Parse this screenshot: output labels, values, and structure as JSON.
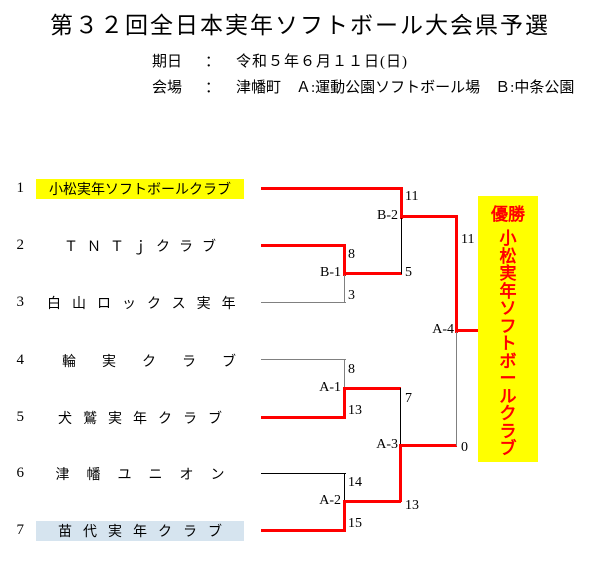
{
  "header": {
    "title": "第３２回全日本実年ソフトボール大会県予選",
    "date_label": "期日",
    "colon": "：",
    "date_value": "令和５年６月１１日(日)",
    "venue_label": "会場",
    "venue_value": "津幡町　Ａ:運動公園ソフトボール場　Ｂ:中条公園"
  },
  "teams": [
    {
      "seed": "1",
      "name": "小松実年ソフトボールクラブ",
      "highlight": "yellow"
    },
    {
      "seed": "2",
      "name": "ＴＮＴｊクラブ",
      "highlight": "none"
    },
    {
      "seed": "3",
      "name": "白山ロックス実年",
      "highlight": "none"
    },
    {
      "seed": "4",
      "name": "輪実クラブ",
      "highlight": "none"
    },
    {
      "seed": "5",
      "name": "犬鷲実年クラブ",
      "highlight": "none"
    },
    {
      "seed": "6",
      "name": "津幡ユニオン",
      "highlight": "none"
    },
    {
      "seed": "7",
      "name": "苗代実年クラブ",
      "highlight": "blue"
    }
  ],
  "matches": {
    "b1": {
      "label": "B-1",
      "top_score": "8",
      "bottom_score": "3"
    },
    "b2": {
      "label": "B-2",
      "top_score": "11",
      "bottom_score": "5"
    },
    "a1": {
      "label": "A-1",
      "top_score": "8",
      "bottom_score": "13"
    },
    "a2": {
      "label": "A-2",
      "top_score": "14",
      "bottom_score": "15"
    },
    "a3": {
      "label": "A-3",
      "top_score": "7",
      "bottom_score": "13"
    },
    "a4": {
      "label": "A-4",
      "top_score": "11",
      "bottom_score": "0"
    }
  },
  "champion": {
    "title": "優勝",
    "name": "小松実年ソフトボールクラブ",
    "name_chars": [
      "小",
      "松",
      "実",
      "年",
      "ソ",
      "フ",
      "ト",
      "ボ",
      "ー",
      "ル",
      "ク",
      "ラ",
      "ブ"
    ]
  },
  "colors": {
    "winner_line": "#ff0000",
    "loser_line": "#808080",
    "highlight_yellow": "#ffff00",
    "highlight_blue": "#d6e4ef",
    "champion_text": "#ff0000"
  }
}
